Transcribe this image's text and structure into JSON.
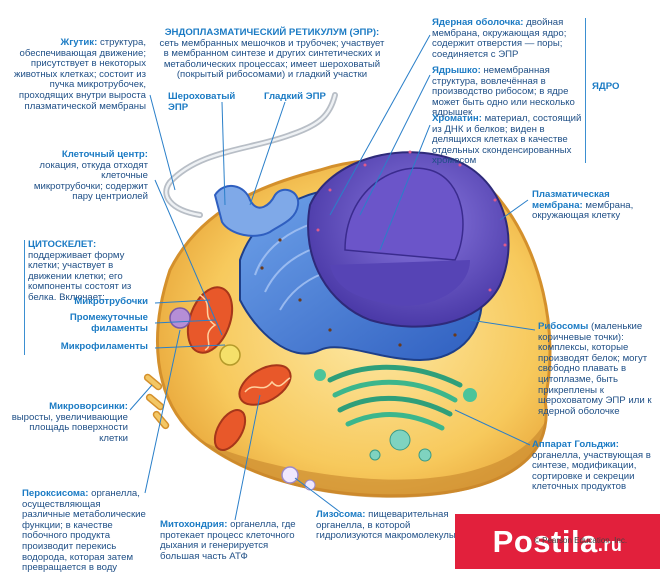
{
  "labels": {
    "flagellum": {
      "title": "Жгутик:",
      "text": "структура, обеспечивающая движение; присутствует в некоторых животных клетках; состоит из пучка микротрубочек, проходящих внутри выроста плазматической мембраны"
    },
    "centrosome": {
      "title": "Клеточный центр:",
      "text": "локация, откуда отходят клеточные микротрубочки; содержит пару центриолей"
    },
    "cytoskeleton": {
      "title": "ЦИТОСКЕЛЕТ:",
      "text": "поддерживает форму клетки; участвует в движении клетки; его компоненты состоят из белка. Включает:"
    },
    "microtubules": {
      "title": "Микротрубочки",
      "text": ""
    },
    "intermediate": {
      "title": "Промежуточные филаменты",
      "text": ""
    },
    "microfilaments": {
      "title": "Микрофиламенты",
      "text": ""
    },
    "microvilli": {
      "title": "Микроворсинки:",
      "text": "выросты, увеличивающие площадь поверхности клетки"
    },
    "peroxisome": {
      "title": "Пероксисома:",
      "text": "органелла, осуществляющая различные метаболические функции; в качестве побочного продукта производит перекись водорода, которая затем превращается в воду"
    },
    "mitochondrion": {
      "title": "Митохондрия:",
      "text": "органелла, где протекает процесс клеточного дыхания и генерируется большая часть АТФ"
    },
    "lysosome": {
      "title": "Лизосома:",
      "text": "пищеварительная органелла, в которой гидролизуются макромолекулы"
    },
    "er": {
      "title": "ЭНДОПЛАЗМАТИЧЕСКИЙ РЕТИКУЛУМ (ЭПР):",
      "text": "сеть мембранных мешочков и трубочек; участвует в мембранном синтезе и других синтетических и метаболических процессах; имеет шероховатый (покрытый рибосомами) и гладкий участки"
    },
    "rough_er": {
      "title": "Шероховатый ЭПР",
      "text": ""
    },
    "smooth_er": {
      "title": "Гладкий ЭПР",
      "text": ""
    },
    "nuclear_envelope": {
      "title": "Ядерная оболочка:",
      "text": "двойная мембрана, окружающая ядро; содержит отверстия — поры; соединяется с ЭПР"
    },
    "nucleolus": {
      "title": "Ядрышко:",
      "text": "немембранная структура, вовлечённая в производство рибосом; в ядре может быть одно или несколько ядрышек"
    },
    "chromatin": {
      "title": "Хроматин:",
      "text": "материал, состоящий из ДНК и белков; виден в делящихся клетках в качестве отдельных сконденсированных хромосом"
    },
    "nucleus": {
      "title": "ЯДРО",
      "text": ""
    },
    "plasma_membrane": {
      "title": "Плазматическая мембрана:",
      "text": "мембрана, окружающая клетку"
    },
    "ribosomes": {
      "title": "Рибосомы",
      "text": "(маленькие коричневые точки): комплексы, которые производят белок; могут свободно плавать в цитоплазме, быть прикреплены к шероховатому ЭПР или к ядерной оболочке"
    },
    "golgi": {
      "title": "Аппарат Гольджи:",
      "text": "органелла, участвующая в синтезе, модификации, сортировке и секреции клеточных продуктов"
    }
  },
  "watermark": {
    "brand": "Postila",
    "tld": ".ru"
  },
  "copyright": "© Pearson Education, Inc.",
  "colors": {
    "label_title": "#1b7bc4",
    "label_text": "#1f4f86",
    "leader": "#2a7fc9",
    "watermark": "#e2203c"
  }
}
